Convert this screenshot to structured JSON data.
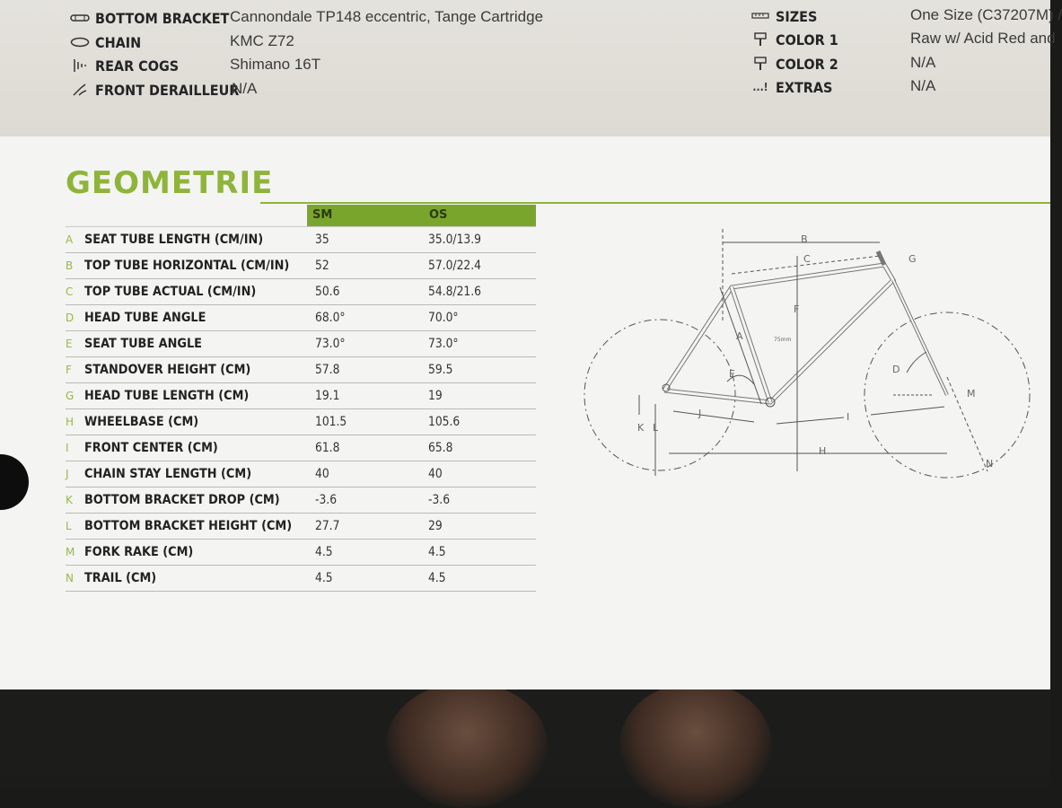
{
  "specs_left": [
    {
      "icon": "bottom-bracket-icon",
      "key": "BOTTOM BRACKET",
      "value": "Cannondale TP148 eccentric, Tange Cartridge"
    },
    {
      "icon": "chain-icon",
      "key": "CHAIN",
      "value": "KMC Z72"
    },
    {
      "icon": "rear-cogs-icon",
      "key": "REAR COGS",
      "value": "Shimano 16T"
    },
    {
      "icon": "front-derailleur-icon",
      "key": "FRONT DERAILLEUR",
      "value": "N/A"
    }
  ],
  "specs_right": [
    {
      "icon": "sizes-icon",
      "key": "SIZES",
      "value": "One Size (C37207M) /"
    },
    {
      "icon": "paint-icon",
      "key": "COLOR 1",
      "value": "Raw w/ Acid Red and"
    },
    {
      "icon": "paint-icon",
      "key": "COLOR 2",
      "value": "N/A"
    },
    {
      "icon": "extras-icon",
      "key": "EXTRAS",
      "value": "N/A"
    }
  ],
  "geometry": {
    "title": "GEOMETRIE",
    "columns": [
      "SM",
      "OS"
    ],
    "rows": [
      {
        "letter": "A",
        "label": "SEAT TUBE LENGTH (CM/IN)",
        "sm": "35",
        "os": "35.0/13.9"
      },
      {
        "letter": "B",
        "label": "TOP TUBE HORIZONTAL (CM/IN)",
        "sm": "52",
        "os": "57.0/22.4"
      },
      {
        "letter": "C",
        "label": "TOP TUBE ACTUAL (CM/IN)",
        "sm": "50.6",
        "os": "54.8/21.6"
      },
      {
        "letter": "D",
        "label": "HEAD TUBE ANGLE",
        "sm": "68.0°",
        "os": "70.0°"
      },
      {
        "letter": "E",
        "label": "SEAT TUBE ANGLE",
        "sm": "73.0°",
        "os": "73.0°"
      },
      {
        "letter": "F",
        "label": "STANDOVER HEIGHT (CM)",
        "sm": "57.8",
        "os": "59.5"
      },
      {
        "letter": "G",
        "label": "HEAD TUBE LENGTH (CM)",
        "sm": "19.1",
        "os": "19"
      },
      {
        "letter": "H",
        "label": "WHEELBASE (CM)",
        "sm": "101.5",
        "os": "105.6"
      },
      {
        "letter": "I",
        "label": "FRONT CENTER (CM)",
        "sm": "61.8",
        "os": "65.8"
      },
      {
        "letter": "J",
        "label": "CHAIN STAY LENGTH (CM)",
        "sm": "40",
        "os": "40"
      },
      {
        "letter": "K",
        "label": "BOTTOM BRACKET DROP (CM)",
        "sm": "-3.6",
        "os": "-3.6"
      },
      {
        "letter": "L",
        "label": "BOTTOM BRACKET HEIGHT (CM)",
        "sm": "27.7",
        "os": "29"
      },
      {
        "letter": "M",
        "label": "FORK RAKE (CM)",
        "sm": "4.5",
        "os": "4.5"
      },
      {
        "letter": "N",
        "label": "TRAIL (CM)",
        "sm": "4.5",
        "os": "4.5"
      }
    ]
  },
  "diagram": {
    "labels": [
      "A",
      "B",
      "C",
      "D",
      "E",
      "F",
      "G",
      "H",
      "I",
      "J",
      "K",
      "L",
      "M",
      "N"
    ],
    "note": "75mm"
  },
  "colors": {
    "accent": "#8fb43a",
    "header_fill": "#7aa52d"
  }
}
